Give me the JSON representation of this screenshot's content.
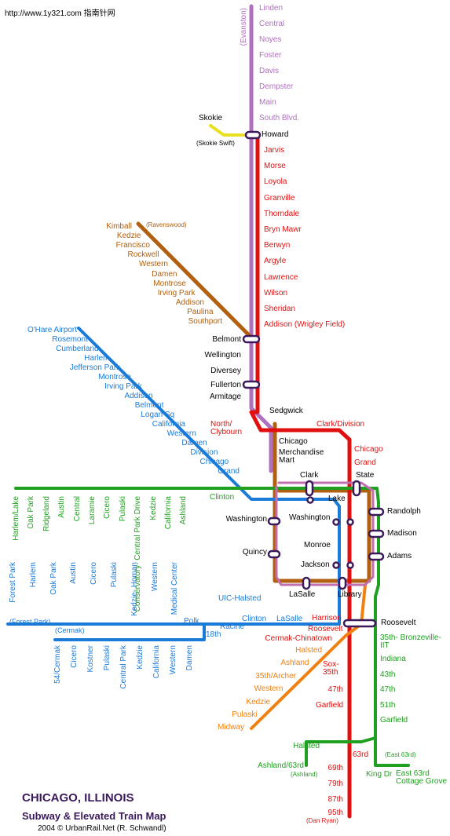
{
  "header": "http://www.1y321.com 指南针网",
  "title": "CHICAGO, ILLINOIS",
  "subtitle": "Subway & Elevated Train Map",
  "credit": "2004 © UrbanRail.Net (R. Schwandl)",
  "colors": {
    "purple": "#b070c0",
    "red": "#e01010",
    "yellow": "#e8e020",
    "brown": "#b06010",
    "blue": "#1a7ad8",
    "green": "#20a020",
    "orange": "#f08010",
    "pink": "#c070b0",
    "dark": "#3a1a5a"
  },
  "notes": {
    "evanston": "(Evanston)",
    "ravenswood": "(Ravenswood)",
    "skokie_swift": "(Skokie Swift)",
    "forest_park": "(Forest Park)",
    "cermak": "(Cermak)",
    "ashland": "(Ashland)",
    "dan_ryan": "(Dan Ryan)",
    "east63": "(East 63rd)"
  },
  "purple_line": [
    "Linden",
    "Central",
    "Noyes",
    "Foster",
    "Davis",
    "Dempster",
    "Main",
    "South Blvd."
  ],
  "red_north": [
    "Jarvis",
    "Morse",
    "Loyola",
    "Granville",
    "Thorndale",
    "Bryn Mawr",
    "Berwyn",
    "Argyle",
    "Lawrence",
    "Wilson",
    "Sheridan",
    "Addison (Wrigley Field)"
  ],
  "shared_north": [
    "Howard",
    "Belmont",
    "Wellington",
    "Diversey",
    "Fullerton",
    "Armitage"
  ],
  "skokie": "Skokie",
  "brown_line": [
    "Kimball",
    "Kedzie",
    "Francisco",
    "Rockwell",
    "Western",
    "Damen",
    "Montrose",
    "Irving Park",
    "Addison",
    "Paulina",
    "Southport"
  ],
  "blue_ohare": [
    "O'Hare Airport",
    "Rosemont",
    "Cumberland",
    "Harlem",
    "Jefferson Park",
    "Montrose",
    "Irving Park",
    "Addison",
    "Belmont",
    "Logan Sq",
    "California",
    "Western",
    "Damen",
    "Division",
    "Chicago",
    "Grand"
  ],
  "loop": {
    "sedgwick": "Sedgwick",
    "north_clybourn": "North/ Clybourn",
    "clark_division": "Clark/Division",
    "chicago_red": "Chicago",
    "grand_red": "Grand",
    "chicago_brown": "Chicago",
    "merchandise_mart": "Merchandise Mart",
    "clark": "Clark",
    "state": "State",
    "lake": "Lake",
    "randolph": "Randolph",
    "madison": "Madison",
    "adams": "Adams",
    "washington_w": "Washington",
    "washington_c": "Washington",
    "quincy": "Quincy",
    "monroe": "Monroe",
    "jackson": "Jackson",
    "lasalle": "LaSalle",
    "library": "Library",
    "harrison": "Harrison",
    "roosevelt_e": "Roosevelt",
    "roosevelt_w": "Roosevelt",
    "clinton_green": "Clinton",
    "clinton_blue": "Clinton",
    "lasalle_blue": "LaSalle",
    "uic": "UIC-Halsted",
    "racine": "Racine",
    "polk": "Polk",
    "18th": "18th"
  },
  "green_west": [
    "Harlem/Lake",
    "Oak Park",
    "Ridgeland",
    "Austin",
    "Central",
    "Laramie",
    "Cicero",
    "Pulaski",
    "Conservatory- Central Park Drive",
    "Kedzie",
    "California",
    "Ashland"
  ],
  "blue_forest": [
    "Forest Park",
    "Harlem",
    "Oak Park",
    "Austin",
    "Cicero",
    "Pulaski",
    "Kedzie- Homan",
    "Western",
    "Medical Center"
  ],
  "blue_cermak": [
    "54/Cermak",
    "Cicero",
    "Kostner",
    "Pulaski",
    "Central Park",
    "Kedzie",
    "California",
    "Western",
    "Damen"
  ],
  "orange_line": [
    "Halsted",
    "Ashland",
    "35th/Archer",
    "Western",
    "Kedzie",
    "Pulaski",
    "Midway"
  ],
  "red_south": [
    "Cermak-Chinatown",
    "Sox- 35th",
    "47th",
    "Garfield",
    "63rd",
    "69th",
    "79th",
    "87th",
    "95th"
  ],
  "green_south": [
    "35th- Bronzeville-IIT",
    "Indiana",
    "43th",
    "47th",
    "51th",
    "Garfield"
  ],
  "green_branches": {
    "halsted": "Halsted",
    "ashland63": "Ashland/63rd",
    "king": "King Dr",
    "cottage": "East 63rd Cottage Grove"
  }
}
